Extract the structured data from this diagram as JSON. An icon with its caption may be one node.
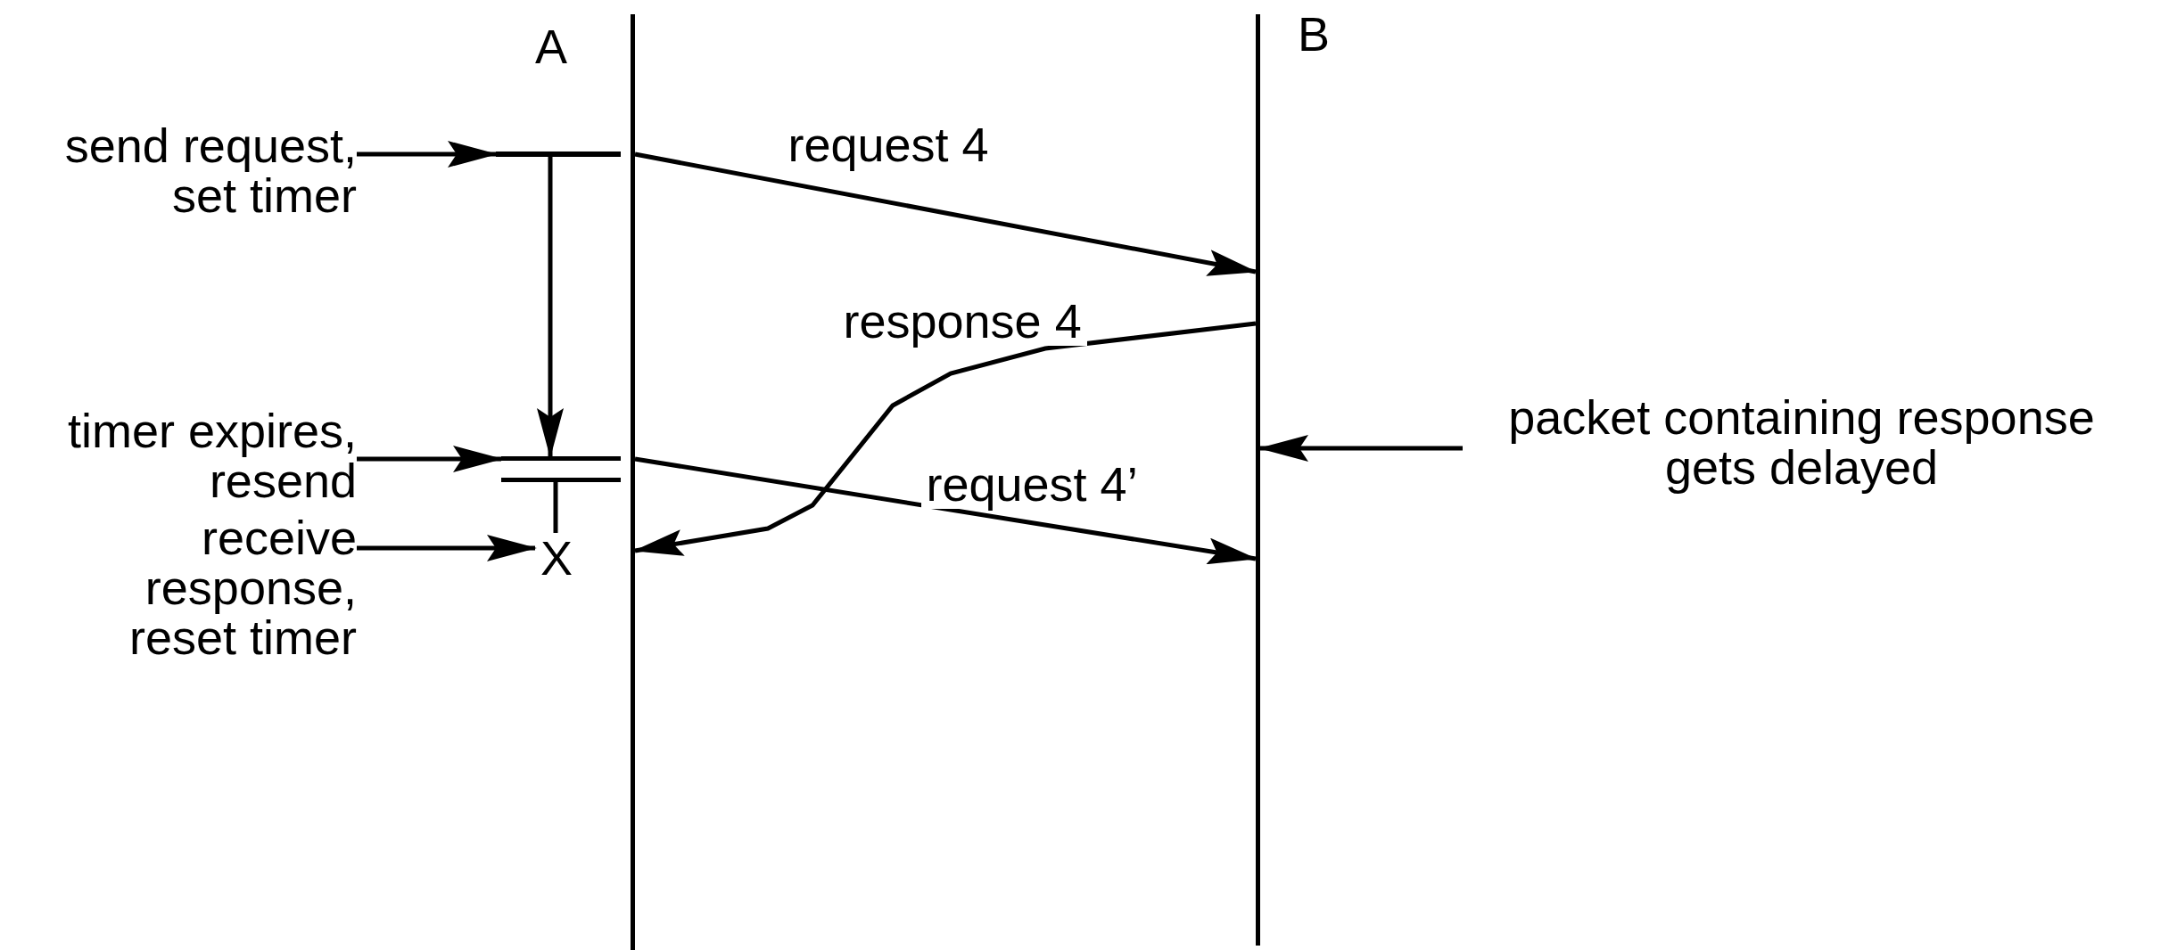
{
  "diagram": {
    "nodes": [
      {
        "text": [
          "A"
        ]
      },
      {
        "text": [
          "B"
        ]
      },
      {
        "text": [
          "send request, set timer"
        ]
      },
      {
        "text": [],
        "shape": "bar"
      },
      {
        "text": [
          "timer expires, resend"
        ]
      },
      {
        "text": [],
        "shape": "bar"
      },
      {
        "text": [
          "receive response, reset timer"
        ]
      },
      {
        "text": [
          "X"
        ]
      },
      {
        "text": [
          "packet containing response gets delayed"
        ]
      }
    ],
    "edges": [
      {
        "from": 2,
        "to": 3,
        "arrow": "to"
      },
      {
        "from": 3,
        "to": 5,
        "arrow": "to"
      },
      {
        "from": 4,
        "to": 5,
        "arrow": "to"
      },
      {
        "from": 6,
        "to": 7,
        "arrow": "to"
      },
      {
        "from": 5,
        "to": 7,
        "arrow": "none"
      },
      {
        "from": 0,
        "to": 1,
        "arrow": "to",
        "label": "request 4"
      },
      {
        "from": 1,
        "to": 0,
        "arrow": "to",
        "label": "response 4"
      },
      {
        "from": 0,
        "to": 1,
        "arrow": "to",
        "label": "request 4’"
      },
      {
        "from": 8,
        "to": 1,
        "arrow": "to"
      }
    ]
  }
}
